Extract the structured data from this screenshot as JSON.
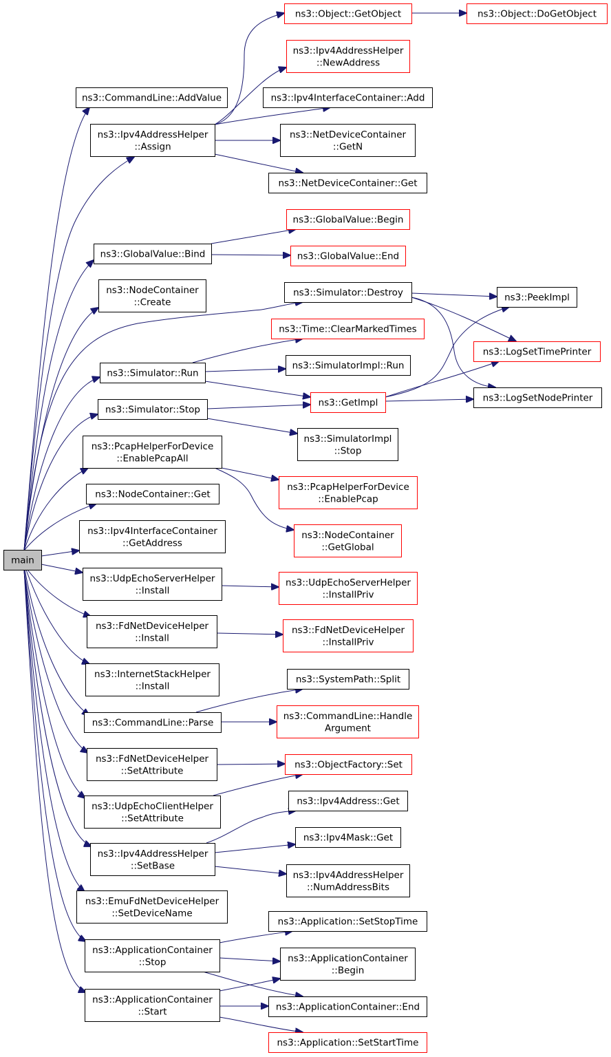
{
  "colors": {
    "edge": "#191970",
    "external_border": "#ff0000",
    "normal_border": "#000000",
    "root_fill": "#bfbfbf"
  },
  "nodes": {
    "main": [
      "main"
    ],
    "cl_addvalue": [
      "ns3::CommandLine::AddValue"
    ],
    "ipv4ah_assign": [
      "ns3::Ipv4AddressHelper",
      "::Assign"
    ],
    "gv_bind": [
      "ns3::GlobalValue::Bind"
    ],
    "nc_create": [
      "ns3::NodeContainer",
      "::Create"
    ],
    "sim_run": [
      "ns3::Simulator::Run"
    ],
    "sim_stop": [
      "ns3::Simulator::Stop"
    ],
    "pcap_enableall": [
      "ns3::PcapHelperForDevice",
      "::EnablePcapAll"
    ],
    "nc_get": [
      "ns3::NodeContainer::Get"
    ],
    "ipv4ic_getaddress": [
      "ns3::Ipv4InterfaceContainer",
      "::GetAddress"
    ],
    "udpserver_install": [
      "ns3::UdpEchoServerHelper",
      "::Install"
    ],
    "fdnd_install": [
      "ns3::FdNetDeviceHelper",
      "::Install"
    ],
    "ish_install": [
      "ns3::InternetStackHelper",
      "::Install"
    ],
    "cl_parse": [
      "ns3::CommandLine::Parse"
    ],
    "fdnd_setattr": [
      "ns3::FdNetDeviceHelper",
      "::SetAttribute"
    ],
    "udpclient_setattr": [
      "ns3::UdpEchoClientHelper",
      "::SetAttribute"
    ],
    "ipv4ah_setbase": [
      "ns3::Ipv4AddressHelper",
      "::SetBase"
    ],
    "emu_setdevname": [
      "ns3::EmuFdNetDeviceHelper",
      "::SetDeviceName"
    ],
    "ac_stop": [
      "ns3::ApplicationContainer",
      "::Stop"
    ],
    "ac_start": [
      "ns3::ApplicationContainer",
      "::Start"
    ],
    "obj_getobject": [
      "ns3::Object::GetObject"
    ],
    "obj_dogetobject": [
      "ns3::Object::DoGetObject"
    ],
    "ipv4ah_newaddress": [
      "ns3::Ipv4AddressHelper",
      "::NewAddress"
    ],
    "ipv4ic_add": [
      "ns3::Ipv4InterfaceContainer::Add"
    ],
    "ndc_getn": [
      "ns3::NetDeviceContainer",
      "::GetN"
    ],
    "ndc_get": [
      "ns3::NetDeviceContainer::Get"
    ],
    "gv_begin": [
      "ns3::GlobalValue::Begin"
    ],
    "gv_end": [
      "ns3::GlobalValue::End"
    ],
    "sim_destroy": [
      "ns3::Simulator::Destroy"
    ],
    "peekimpl": [
      "ns3::PeekImpl"
    ],
    "time_clearmarked": [
      "ns3::Time::ClearMarkedTimes"
    ],
    "logsettimeprinter": [
      "ns3::LogSetTimePrinter"
    ],
    "simimpl_run": [
      "ns3::SimulatorImpl::Run"
    ],
    "getimpl": [
      "ns3::GetImpl"
    ],
    "logsetnodeprinter": [
      "ns3::LogSetNodePrinter"
    ],
    "simimpl_stop": [
      "ns3::SimulatorImpl",
      "::Stop"
    ],
    "pcap_enable": [
      "ns3::PcapHelperForDevice",
      "::EnablePcap"
    ],
    "nc_getglobal": [
      "ns3::NodeContainer",
      "::GetGlobal"
    ],
    "udpserver_installpriv": [
      "ns3::UdpEchoServerHelper",
      "::InstallPriv"
    ],
    "fdnd_installpriv": [
      "ns3::FdNetDeviceHelper",
      "::InstallPriv"
    ],
    "syspath_split": [
      "ns3::SystemPath::Split"
    ],
    "cl_handlearg": [
      "ns3::CommandLine::Handle",
      "Argument"
    ],
    "objfactory_set": [
      "ns3::ObjectFactory::Set"
    ],
    "ipv4addr_get": [
      "ns3::Ipv4Address::Get"
    ],
    "ipv4mask_get": [
      "ns3::Ipv4Mask::Get"
    ],
    "ipv4ah_numaddrbits": [
      "ns3::Ipv4AddressHelper",
      "::NumAddressBits"
    ],
    "app_setstoptime": [
      "ns3::Application::SetStopTime"
    ],
    "ac_begin": [
      "ns3::ApplicationContainer",
      "::Begin"
    ],
    "ac_end": [
      "ns3::ApplicationContainer::End"
    ],
    "app_setstarttime": [
      "ns3::Application::SetStartTime"
    ]
  }
}
